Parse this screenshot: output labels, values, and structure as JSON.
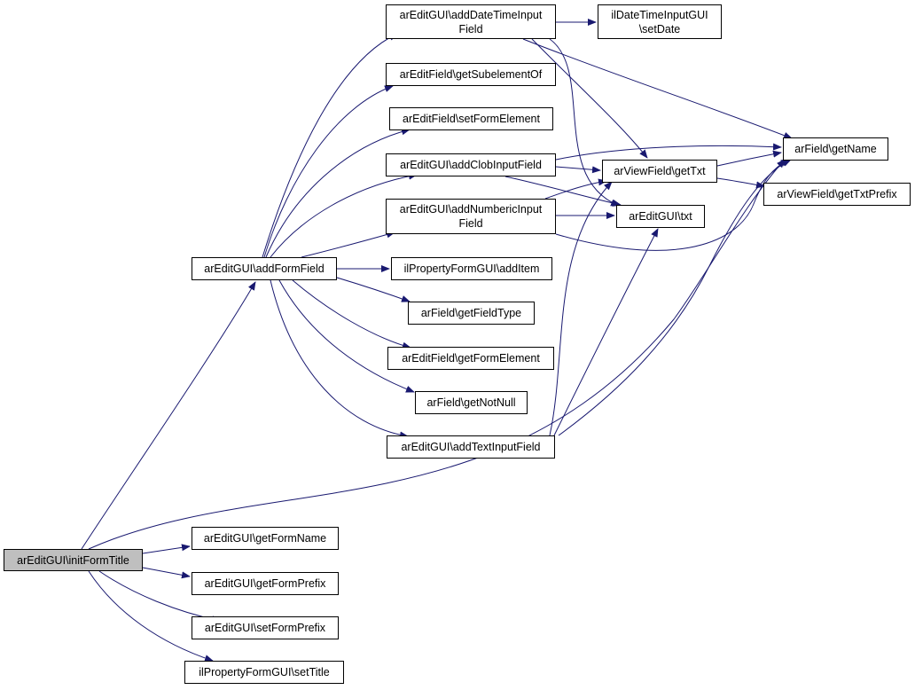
{
  "colors": {
    "edge": "#191970",
    "node_border": "#000000",
    "root_fill": "#bfbfbf",
    "node_fill": "#ffffff"
  },
  "nodes": {
    "initFormTitle": {
      "label": "arEditGUI\\initFormTitle"
    },
    "addFormField": {
      "label": "arEditGUI\\addFormField"
    },
    "addDateTimeInputField": {
      "label": "arEditGUI\\addDateTimeInput\nField"
    },
    "getSubelementOf": {
      "label": "arEditField\\getSubelementOf"
    },
    "setFormElement": {
      "label": "arEditField\\setFormElement"
    },
    "addClobInputField": {
      "label": "arEditGUI\\addClobInputField"
    },
    "addNumbericInputField": {
      "label": "arEditGUI\\addNumbericInput\nField"
    },
    "addItem": {
      "label": "ilPropertyFormGUI\\addItem"
    },
    "getFieldType": {
      "label": "arField\\getFieldType"
    },
    "getFormElement": {
      "label": "arEditField\\getFormElement"
    },
    "getNotNull": {
      "label": "arField\\getNotNull"
    },
    "addTextInputField": {
      "label": "arEditGUI\\addTextInputField"
    },
    "setDate": {
      "label": "ilDateTimeInputGUI\n\\setDate"
    },
    "getTxt": {
      "label": "arViewField\\getTxt"
    },
    "txt": {
      "label": "arEditGUI\\txt"
    },
    "getName": {
      "label": "arField\\getName"
    },
    "getTxtPrefix": {
      "label": "arViewField\\getTxtPrefix"
    },
    "getFormName": {
      "label": "arEditGUI\\getFormName"
    },
    "getFormPrefix": {
      "label": "arEditGUI\\getFormPrefix"
    },
    "setFormPrefix": {
      "label": "arEditGUI\\setFormPrefix"
    },
    "setTitle": {
      "label": "ilPropertyFormGUI\\setTitle"
    }
  },
  "edges": [
    [
      "initFormTitle",
      "addFormField"
    ],
    [
      "initFormTitle",
      "getName"
    ],
    [
      "initFormTitle",
      "getFormName"
    ],
    [
      "initFormTitle",
      "getFormPrefix"
    ],
    [
      "initFormTitle",
      "setFormPrefix"
    ],
    [
      "initFormTitle",
      "setTitle"
    ],
    [
      "addFormField",
      "addDateTimeInputField"
    ],
    [
      "addFormField",
      "getSubelementOf"
    ],
    [
      "addFormField",
      "setFormElement"
    ],
    [
      "addFormField",
      "addClobInputField"
    ],
    [
      "addFormField",
      "addNumbericInputField"
    ],
    [
      "addFormField",
      "addItem"
    ],
    [
      "addFormField",
      "getFieldType"
    ],
    [
      "addFormField",
      "getFormElement"
    ],
    [
      "addFormField",
      "getNotNull"
    ],
    [
      "addFormField",
      "addTextInputField"
    ],
    [
      "addDateTimeInputField",
      "setDate"
    ],
    [
      "addDateTimeInputField",
      "getTxt"
    ],
    [
      "addDateTimeInputField",
      "txt"
    ],
    [
      "addDateTimeInputField",
      "getName"
    ],
    [
      "addClobInputField",
      "getTxt"
    ],
    [
      "addClobInputField",
      "txt"
    ],
    [
      "addClobInputField",
      "getName"
    ],
    [
      "addNumbericInputField",
      "getTxt"
    ],
    [
      "addNumbericInputField",
      "txt"
    ],
    [
      "addNumbericInputField",
      "getName"
    ],
    [
      "addTextInputField",
      "getTxt"
    ],
    [
      "addTextInputField",
      "txt"
    ],
    [
      "addTextInputField",
      "getName"
    ],
    [
      "getTxt",
      "getName"
    ],
    [
      "getTxt",
      "getTxtPrefix"
    ]
  ]
}
